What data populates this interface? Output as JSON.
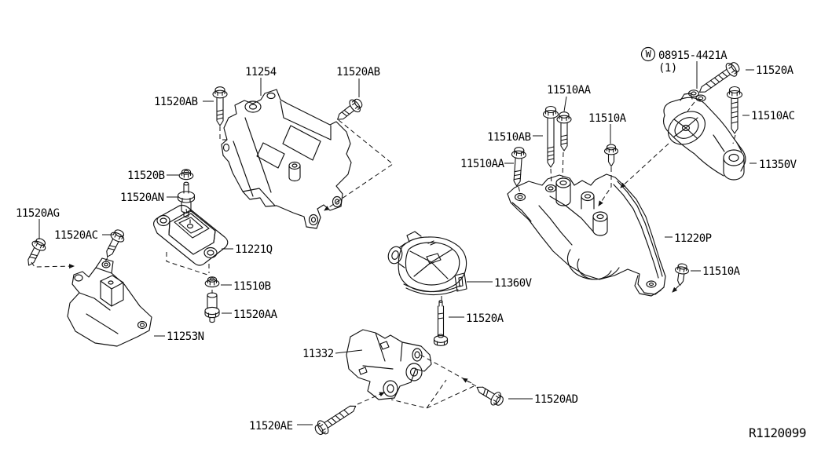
{
  "diagram": {
    "type": "parts-diagram",
    "subject": "Engine and transmission mounting",
    "ref_code": "R1120099",
    "background": "#ffffff",
    "line_color": "#111111",
    "washer_note": {
      "symbol": "W",
      "part_number": "08915-4421A",
      "quantity": "(1)"
    },
    "labels": {
      "p11254": {
        "text": "11254"
      },
      "ab1": {
        "text": "11520AB"
      },
      "ab2": {
        "text": "11520AB"
      },
      "b520b": {
        "text": "11520B"
      },
      "an520": {
        "text": "11520AN"
      },
      "ag520": {
        "text": "11520AG"
      },
      "ac520": {
        "text": "11520AC"
      },
      "q11221": {
        "text": "11221Q"
      },
      "b510b": {
        "text": "11510B"
      },
      "aa520": {
        "text": "11520AA"
      },
      "n11253": {
        "text": "11253N"
      },
      "b11332": {
        "text": "11332"
      },
      "ae520": {
        "text": "11520AE"
      },
      "ad520": {
        "text": "11520AD"
      },
      "a520mid": {
        "text": "11520A"
      },
      "v11360": {
        "text": "11360V"
      },
      "aa510top": {
        "text": "11510AA"
      },
      "ab510": {
        "text": "11510AB"
      },
      "a510mid": {
        "text": "11510A"
      },
      "aa510left": {
        "text": "11510AA"
      },
      "p11220": {
        "text": "11220P"
      },
      "a510right": {
        "text": "11510A"
      },
      "a520tr": {
        "text": "11520A"
      },
      "ac510": {
        "text": "11510AC"
      },
      "v11350": {
        "text": "11350V"
      }
    }
  }
}
